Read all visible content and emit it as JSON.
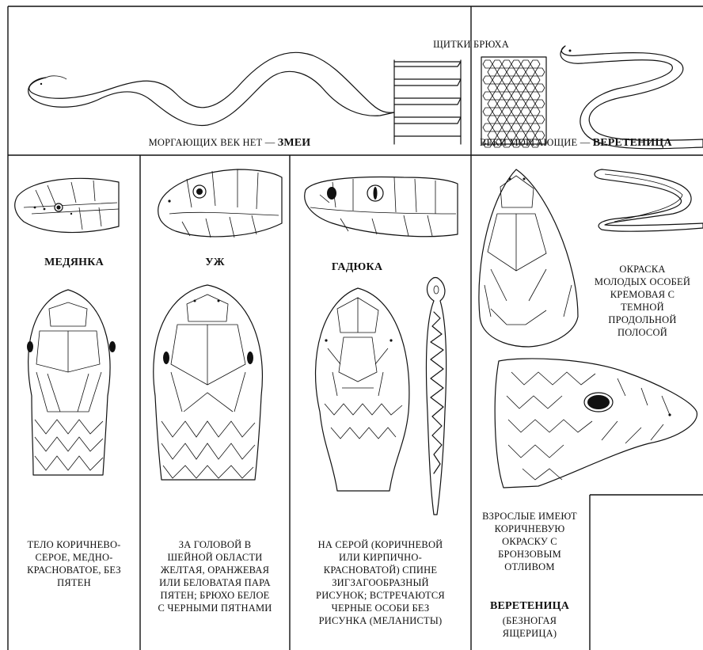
{
  "top": {
    "belly_scales_label": "ЩИТКИ БРЮХА",
    "snakes_caption_prefix": "МОРГАЮЩИХ ВЕК НЕТ —",
    "snakes_caption_bold": "ЗМЕИ",
    "slowworm_caption_prefix": "ВЕКИ МОРГАЮЩИЕ —",
    "slowworm_caption_bold": "ВЕРЕТЕНИЦА"
  },
  "columns": [
    {
      "name": "МЕДЯНКА",
      "desc": [
        "ТЕЛО КОРИЧНЕВО-",
        "СЕРОЕ, МЕДНО-",
        "КРАСНОВАТОЕ, БЕЗ",
        "ПЯТЕН"
      ]
    },
    {
      "name": "УЖ",
      "desc": [
        "ЗА ГОЛОВОЙ В",
        "ШЕЙНОЙ ОБЛАСТИ",
        "ЖЕЛТАЯ, ОРАНЖЕВАЯ",
        "ИЛИ БЕЛОВАТАЯ ПАРА",
        "ПЯТЕН; БРЮХО БЕЛОЕ",
        "С ЧЕРНЫМИ ПЯТНАМИ"
      ]
    },
    {
      "name": "ГАДЮКА",
      "desc": [
        "НА СЕРОЙ (КОРИЧНЕВОЙ",
        "ИЛИ КИРПИЧНО-",
        "КРАСНОВАТОЙ) СПИНЕ",
        "ЗИГЗАГООБРАЗНЫЙ",
        "РИСУНОК; ВСТРЕЧАЮТСЯ",
        "ЧЕРНЫЕ ОСОБИ БЕЗ",
        "РИСУНКА (МЕЛАНИСТЫ)"
      ]
    }
  ],
  "slowworm": {
    "juvenile": [
      "ОКРАСКА",
      "МОЛОДЫХ ОСОБЕЙ",
      "КРЕМОВАЯ С",
      "ТЕМНОЙ",
      "ПРОДОЛЬНОЙ",
      "ПОЛОСОЙ"
    ],
    "adult": [
      "ВЗРОСЛЫЕ ИМЕЮТ",
      "КОРИЧНЕВУЮ",
      "ОКРАСКУ С",
      "БРОНЗОВЫМ",
      "ОТЛИВОМ"
    ],
    "name": "ВЕРЕТЕНИЦА",
    "subtitle": [
      "(БЕЗНОГАЯ",
      "ЯЩЕРИЦА)"
    ]
  }
}
